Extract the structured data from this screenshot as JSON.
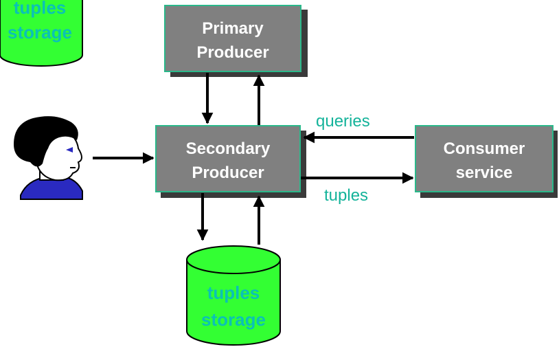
{
  "nodes": {
    "primary_producer": {
      "line1": "Primary",
      "line2": "Producer"
    },
    "secondary_producer": {
      "line1": "Secondary",
      "line2": "Producer"
    },
    "consumer_service": {
      "line1": "Consumer",
      "line2": "service"
    },
    "storage_bottom": {
      "line1": "tuples",
      "line2": "storage"
    },
    "storage_topleft": {
      "line1": "tuples",
      "line2": "storage"
    }
  },
  "edges": {
    "queries": "queries",
    "tuples": "tuples"
  },
  "colors": {
    "box_fill": "#808080",
    "box_border": "#2ab88a",
    "cylinder_fill": "#33ff33",
    "label_text": "#14b39a"
  },
  "icons": [
    "user-avatar-icon"
  ]
}
